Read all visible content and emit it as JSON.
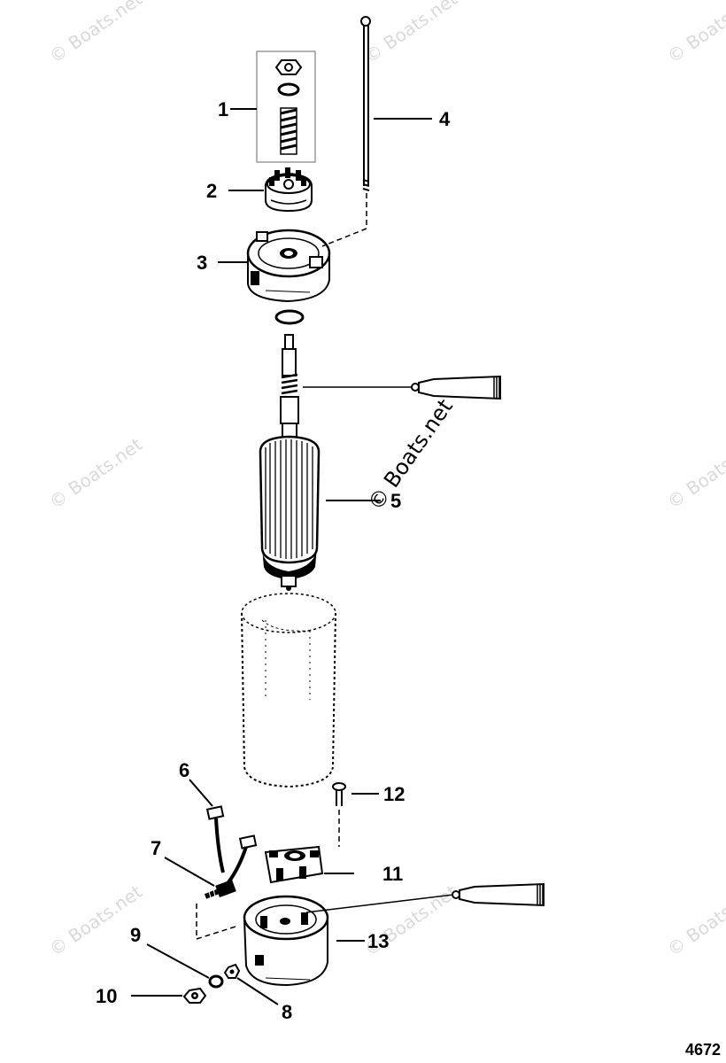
{
  "watermark": "© Boats.net",
  "figure_number": "4672",
  "callouts": {
    "c1": "1",
    "c2": "2",
    "c3": "3",
    "c4": "4",
    "c5": "5",
    "c6": "6",
    "c7": "7",
    "c8": "8",
    "c9": "9",
    "c10": "10",
    "c11": "11",
    "c12": "12",
    "c13": "13"
  }
}
